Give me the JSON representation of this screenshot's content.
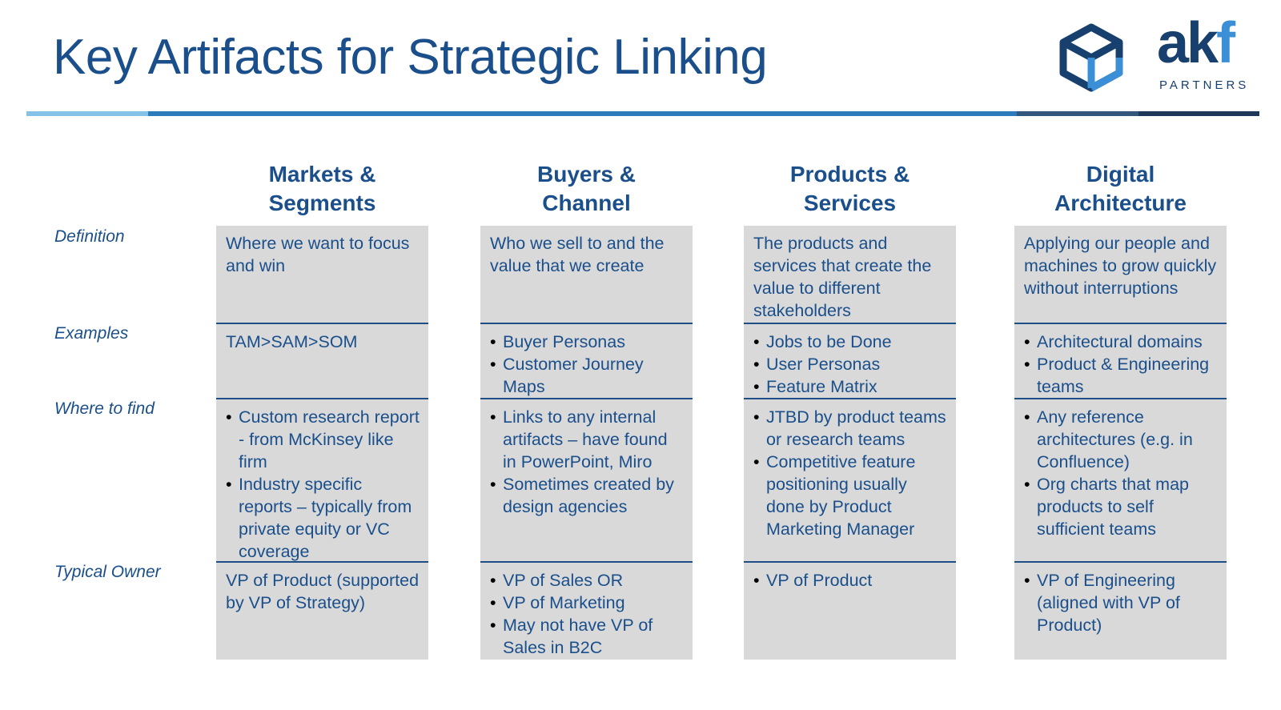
{
  "title": "Key Artifacts for Strategic Linking",
  "logo": {
    "word_main": "ak",
    "word_accent": "f",
    "sub": "PARTNERS"
  },
  "row_labels": [
    "Definition",
    "Examples",
    "Where to find",
    "Typical Owner"
  ],
  "columns": [
    {
      "heading": [
        "Markets &",
        "Segments"
      ],
      "definition": "Where we want to focus and win",
      "examples_text": "TAM>SAM>SOM",
      "where_to_find": [
        "Custom research report - from McKinsey like firm",
        "Industry specific reports – typically from private equity or VC coverage"
      ],
      "owner_text": "VP of Product (supported by VP of Strategy)"
    },
    {
      "heading": [
        "Buyers &",
        "Channel"
      ],
      "definition": "Who we sell to and the value that we create",
      "examples": [
        "Buyer Personas",
        "Customer Journey Maps"
      ],
      "where_to_find": [
        "Links to any internal artifacts – have found in PowerPoint, Miro",
        "Sometimes created by design agencies"
      ],
      "owner": [
        "VP of Sales OR",
        "VP of Marketing",
        "May not have VP of Sales in B2C"
      ]
    },
    {
      "heading": [
        "Products &",
        "Services"
      ],
      "definition": "The products and services that create the value to different stakeholders",
      "examples": [
        "Jobs to be Done",
        "User Personas",
        "Feature Matrix"
      ],
      "where_to_find": [
        "JTBD by product teams or research teams",
        "Competitive feature positioning usually done by Product Marketing Manager"
      ],
      "owner": [
        "VP of Product"
      ]
    },
    {
      "heading": [
        "Digital",
        "Architecture"
      ],
      "definition": "Applying our people and machines to grow quickly without interruptions",
      "examples": [
        "Architectural domains",
        "Product & Engineering teams"
      ],
      "where_to_find": [
        "Any reference architectures (e.g. in Confluence)",
        "Org charts that map products to self sufficient teams"
      ],
      "owner": [
        "VP of Engineering (aligned with VP of Product)"
      ]
    }
  ]
}
